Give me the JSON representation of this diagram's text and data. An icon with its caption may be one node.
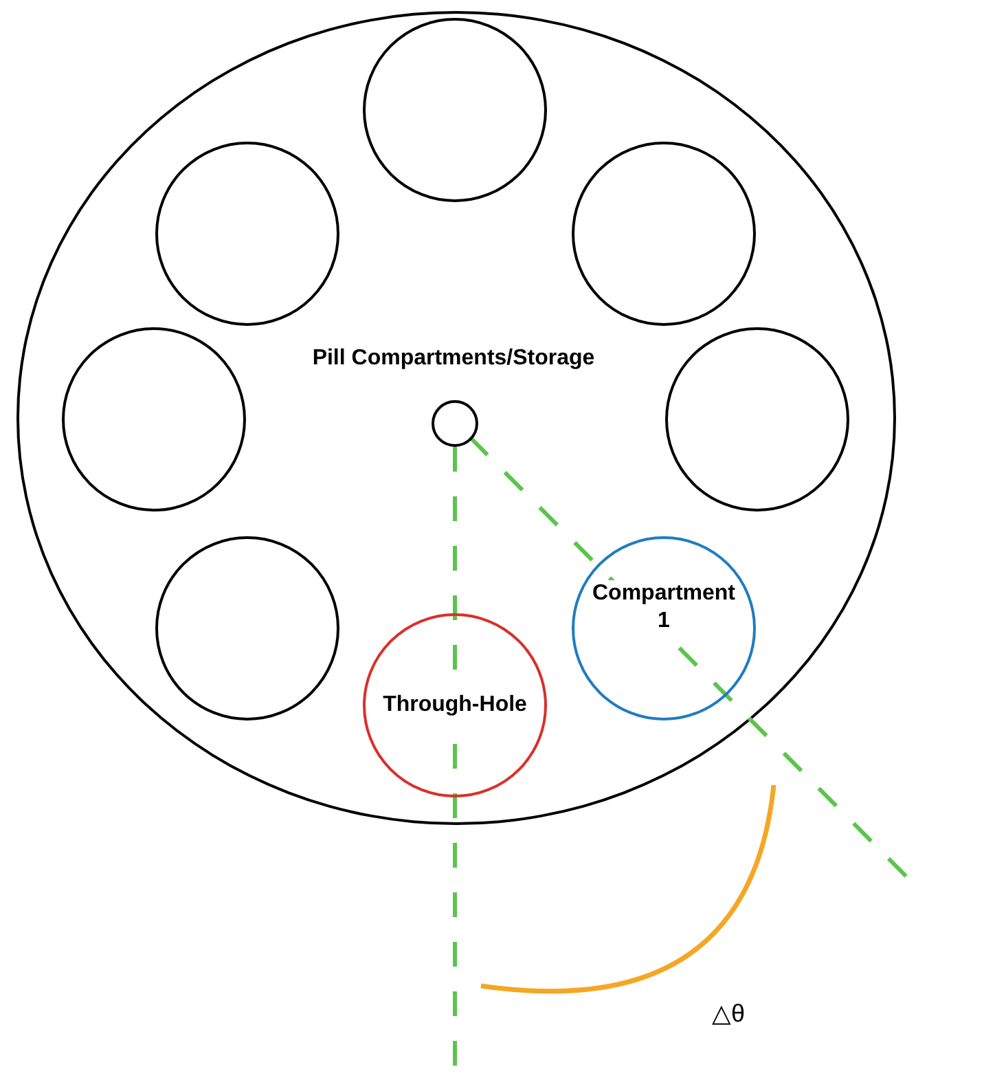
{
  "diagram": {
    "nodes": [
      {
        "text": [
          "Pill Compartments/Storage"
        ]
      },
      {
        "text": [],
        "shape": "circle",
        "in": 0
      },
      {
        "text": [],
        "shape": "circle",
        "in": 0
      },
      {
        "text": [],
        "shape": "circle",
        "in": 0
      },
      {
        "text": [],
        "shape": "circle",
        "in": 0
      },
      {
        "text": [],
        "shape": "circle",
        "in": 0
      },
      {
        "text": [],
        "shape": "circle",
        "in": 0
      },
      {
        "text": [],
        "shape": "circle",
        "in": 0
      },
      {
        "text": [
          "Compartment 1"
        ],
        "in": 0
      },
      {
        "text": [
          "Through-Hole"
        ],
        "in": 0
      }
    ],
    "edges": [],
    "labels": [
      "△θ"
    ]
  }
}
